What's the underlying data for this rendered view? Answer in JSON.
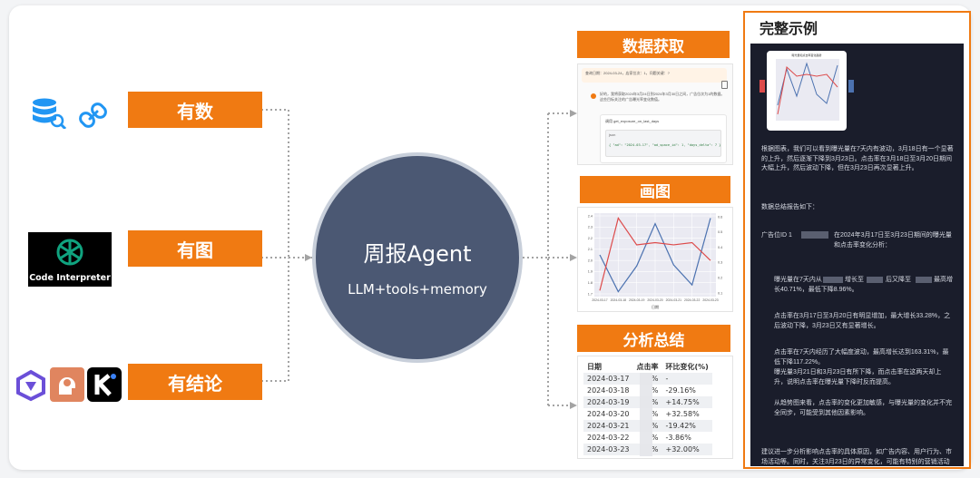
{
  "inputs": [
    {
      "label": "有数",
      "icons": [
        "database-icon",
        "link-icon"
      ]
    },
    {
      "label": "有图",
      "icon_caption": "Code Interpreter"
    },
    {
      "label": "有结论",
      "icons": [
        "tongyi-logo-icon",
        "brain-gear-icon",
        "kimi-logo-icon"
      ]
    }
  ],
  "agent": {
    "title": "周报Agent",
    "subtitle": "LLM+tools+memory"
  },
  "outputs": {
    "data_fetch": {
      "label": "数据获取",
      "query": "查询日期：2024-03-24，店家位次：1，问题关键：?",
      "answer": "好的，我将获取2024年3月24日到2024年3月30日之间，广告位次为1的数据。这些目标关注的广告曝光率变化数值。",
      "tool_call": "调用 get_exposure_on_last_days",
      "code_lang": "json",
      "code": "{ \"ad\": \"2024-03-17\", \"ad_space_id\": 1, \"days_delta\": 7 }"
    },
    "plot": {
      "label": "画图",
      "x_ticks": [
        "2024-03-17",
        "2024-03-18",
        "2024-03-19",
        "2024-03-20",
        "2024-03-21",
        "2024-03-22",
        "2024-03-23"
      ],
      "x_label": "日期",
      "y_left_ticks": [
        "1.7",
        "1.8",
        "1.9",
        "2.0",
        "2.1",
        "2.2",
        "2.3",
        "2.4"
      ],
      "y_right_ticks": [
        "0.1",
        "0.2",
        "0.3",
        "0.4",
        "0.5",
        "0.6"
      ],
      "series_blue": [
        2.05,
        1.72,
        1.95,
        2.33,
        1.96,
        1.78,
        2.38
      ],
      "series_red": [
        1.73,
        2.38,
        2.14,
        2.16,
        2.14,
        2.16,
        2.0
      ]
    },
    "summary": {
      "label": "分析总结",
      "headers": [
        "日期",
        "点击率",
        "环比变化(%)"
      ],
      "rows": [
        [
          "2024-03-17",
          "%",
          "-"
        ],
        [
          "2024-03-18",
          "%",
          "-29.16%"
        ],
        [
          "2024-03-19",
          "%",
          "+14.75%"
        ],
        [
          "2024-03-20",
          "%",
          "+32.58%"
        ],
        [
          "2024-03-21",
          "%",
          "-19.42%"
        ],
        [
          "2024-03-22",
          "%",
          "-3.86%"
        ],
        [
          "2024-03-23",
          "%",
          "+32.00%"
        ]
      ]
    }
  },
  "example": {
    "title": "完整示例",
    "chart_title": "曝光量和点击率变化趋势",
    "p1": "根据图表，我们可以看到曝光量在7天内有波动，3月18日有一个显著的上升，然后逐渐下降到3月23日。点击率在3月18日至3月20日期间大幅上升，然后波动下降，但在3月23日再次显著上升。",
    "p2": "数据总结报告如下：",
    "p3a": "广告位ID 1",
    "p3b": "在2024年3月17日至3月23日期间的曝光量和点击率变化分析：",
    "b1a": "曝光量在7天内从",
    "b1b": "增长至",
    "b1c": "后又降至",
    "b1d": "最高增长40.71%，最低下降8.96%。",
    "b2": "点击率在3月17日至3月20日有明显增加，最大增长33.28%，之后波动下降，3月23日又有显著增长。",
    "b3": "点击率在7天内经历了大幅度波动，最高增长达到163.31%，最低下降117.22%。",
    "b4": "曝光量3月21日和3月23日有所下降，而点击率在这两天却上升，说明点击率在曝光量下降时反而提高。",
    "b5": "从趋势图来看，点击率的变化更加敏感，与曝光量的变化并不完全同步，可能受到其他因素影响。",
    "p4": "建议进一步分析影响点击率的具体原因，如广告内容、用户行为、市场活动等。同时，关注3月23日的异常变化，可能有特别的营销活动或其他变化导致。"
  }
}
